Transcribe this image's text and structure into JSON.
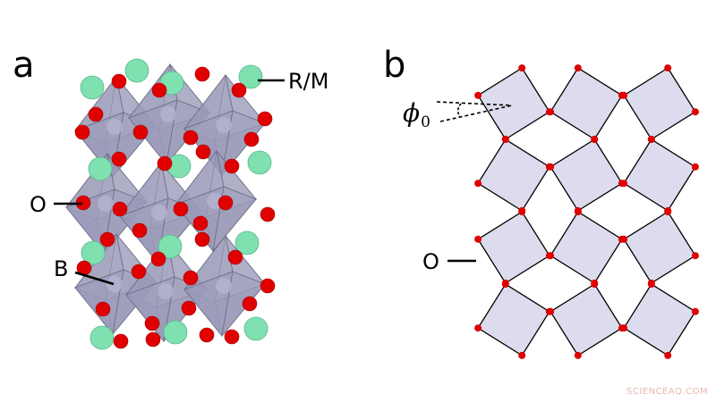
{
  "panels": {
    "a": {
      "label": "a",
      "callouts": {
        "rm": "R/M",
        "o": "O",
        "b": "B"
      }
    },
    "b": {
      "label": "b",
      "callouts": {
        "o": "O",
        "phi_symbol": "ϕ",
        "phi_subscript": "0"
      }
    }
  },
  "watermark": "SCIENCEAQ.COM",
  "colors": {
    "octahedron_fill": "#9a9ab8",
    "oxygen": "#e00000",
    "cation_rm": "#7fe0b0",
    "square_fill": "#dcdcee",
    "edge": "#000000"
  }
}
